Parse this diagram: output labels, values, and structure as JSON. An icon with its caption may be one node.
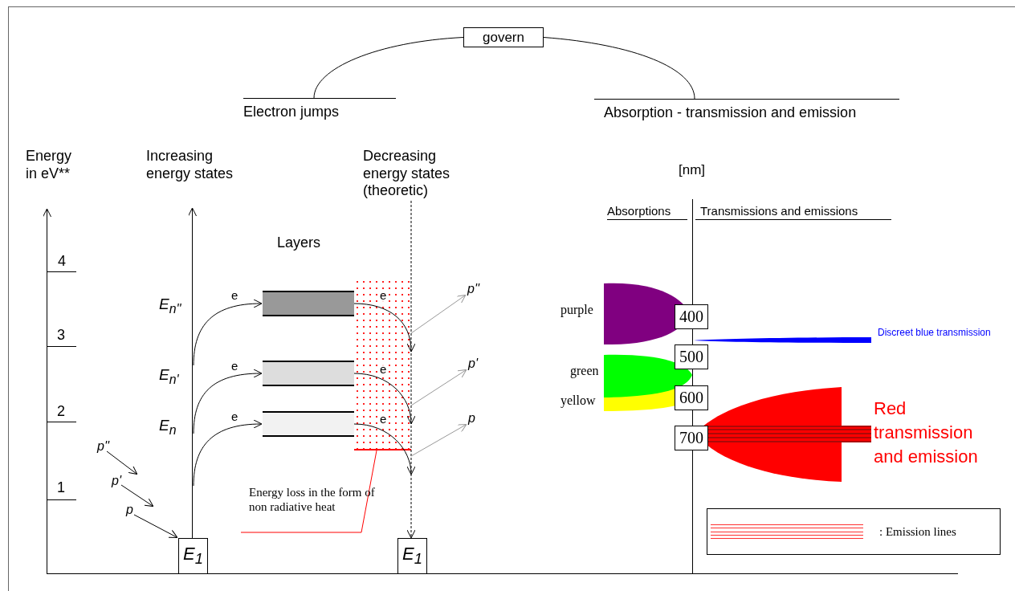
{
  "diagram": {
    "nodes": [
      {
        "text": [
          "govern"
        ]
      },
      {
        "text": [
          "Electron jumps"
        ]
      },
      {
        "text": [
          "Absorption  -  transmission and emission"
        ]
      },
      {
        "text": [],
        "shape": "bar"
      },
      {
        "text": [],
        "shape": "bar"
      },
      {
        "text": [],
        "shape": "bar"
      },
      {
        "text": [],
        "shape": "box"
      },
      {
        "text": [
          "400"
        ]
      },
      {
        "text": [
          "500"
        ]
      },
      {
        "text": [
          "600"
        ]
      },
      {
        "text": [
          "700"
        ]
      },
      {
        "text": [
          "Energy loss in the form of non radiative heat"
        ]
      },
      {
        "text": [
          "E$_{1}$"
        ]
      },
      {
        "text": [
          "E$_{1}$"
        ]
      },
      {
        "text": [
          "Decreasing energy states (theoretic)"
        ]
      },
      {
        "text": [
          "p"
        ]
      },
      {
        "text": [
          "p''"
        ]
      },
      {
        "text": [
          "p'"
        ]
      },
      {
        "text": [
          "p"
        ]
      }
    ],
    "edges": [
      {
        "from": 0,
        "to": 1,
        "arrow": "none"
      },
      {
        "from": 0,
        "to": 2,
        "arrow": "none"
      },
      {
        "from": 12,
        "to": null,
        "arrow": "to"
      },
      {
        "from": null,
        "to": 3,
        "arrow": "to",
        "label": "e"
      },
      {
        "from": null,
        "to": 4,
        "arrow": "to",
        "label": "e"
      },
      {
        "from": null,
        "to": 5,
        "arrow": "to",
        "label": "e"
      },
      {
        "from": 3,
        "to": 6,
        "arrow": "to",
        "label": "e"
      },
      {
        "from": 4,
        "to": 6,
        "arrow": "to",
        "label": "e"
      },
      {
        "from": 5,
        "to": 6,
        "arrow": "to",
        "label": "e"
      },
      {
        "from": 14,
        "to": 13,
        "arrow": "to",
        "style": "dashed"
      },
      {
        "from": 15,
        "to": 12,
        "arrow": "to"
      },
      {
        "from": 11,
        "to": 6,
        "arrow": "none",
        "color": "#ff0000"
      },
      {
        "from": 6,
        "to": 16,
        "arrow": "to",
        "color": "#999999"
      },
      {
        "from": 6,
        "to": 17,
        "arrow": "to",
        "color": "#999999"
      },
      {
        "from": 6,
        "to": 18,
        "arrow": "to",
        "color": "#999999"
      }
    ],
    "labels": [
      "Energy in eV**",
      "Increasing energy states",
      "Layers",
      "4",
      "3",
      "2",
      "1",
      "E$_{n''}$",
      "E$_{n'}$",
      "E$_{n}$",
      "p''",
      "p'",
      "[nm]",
      "Absorptions",
      "Transmissions and emissions",
      "purple",
      "green",
      "yellow",
      "Discreet blue transmission",
      "Red transmission and emission"
    ],
    "legend": [
      {
        "text": ": Emission lines"
      }
    ]
  }
}
